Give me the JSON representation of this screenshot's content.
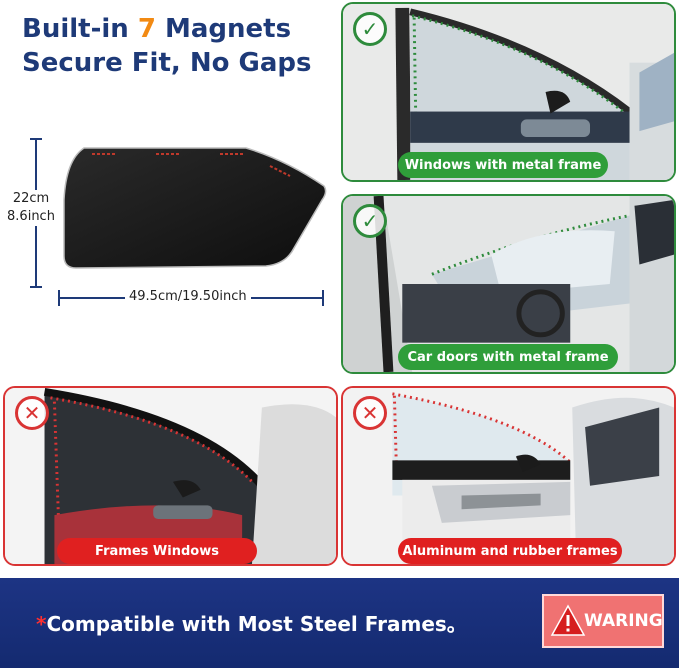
{
  "headline": {
    "prefix": "Built-in ",
    "number": "7",
    "suffix": " Magnets",
    "line2": "Secure Fit, No Gaps"
  },
  "dimensions": {
    "height_cm": "22cm",
    "height_in": "8.6inch",
    "width": "49.5cm/19.50inch"
  },
  "panels": [
    {
      "status": "check-icon",
      "label": "Windows with metal frame"
    },
    {
      "status": "check-icon",
      "label": "Car doors with metal frame"
    },
    {
      "status": "cross-icon",
      "label": "Frames Windows"
    },
    {
      "status": "cross-icon",
      "label": "Aluminum and rubber frames"
    }
  ],
  "marks": {
    "check": "✓",
    "cross": "✕"
  },
  "banner": {
    "star": "*",
    "text": "Compatible with Most Steel Frames。"
  },
  "warning": {
    "icon": "warning-triangle-icon",
    "text": "WARING"
  },
  "colors": {
    "navy": "#1e3a78",
    "accent": "#f28a13",
    "good": "#2e8b3c",
    "bad": "#d93434"
  }
}
